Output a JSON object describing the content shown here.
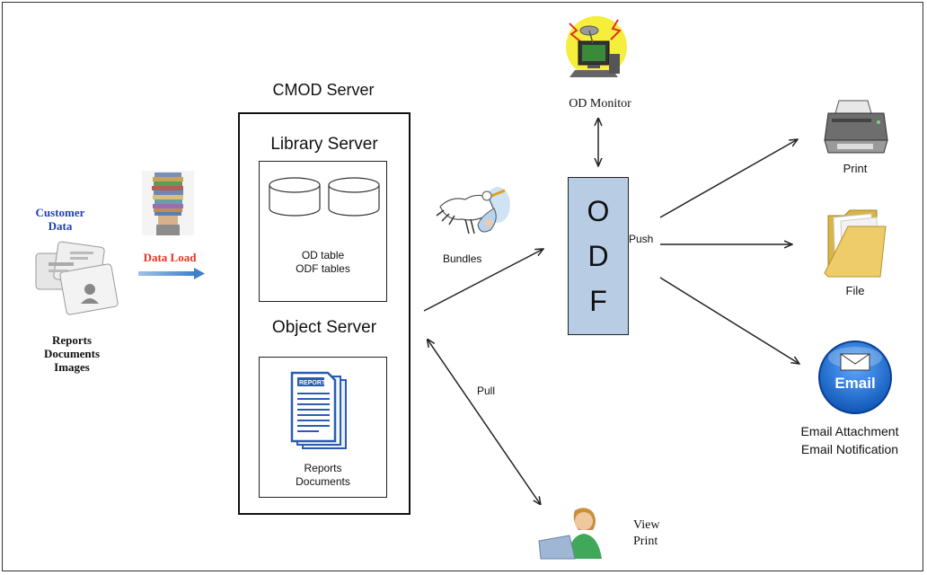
{
  "left": {
    "customer_line1": "Customer",
    "customer_line2": "Data",
    "data_load": "Data Load",
    "reports": "Reports",
    "documents": "Documents",
    "images": "Images"
  },
  "server": {
    "title": "CMOD Server",
    "library_title": "Library Server",
    "od_table": "OD table",
    "odf_tables": "ODF tables",
    "object_title": "Object Server",
    "report_label": "REPORT",
    "reports": "Reports",
    "documents": "Documents"
  },
  "middle": {
    "bundles": "Bundles",
    "pull": "Pull"
  },
  "odf": {
    "letters": [
      "O",
      "D",
      "F"
    ],
    "monitor_label": "OD Monitor",
    "push": "Push"
  },
  "outputs": {
    "print": "Print",
    "file": "File",
    "email_badge": "Email",
    "email_attachment": "Email Attachment",
    "email_notification": "Email Notification"
  },
  "viewer": {
    "view": "View",
    "print": "Print"
  },
  "colors": {
    "customer_text": "#1f3fbf",
    "data_load_text": "#e8321e",
    "data_load_arrow": "#4f8fd0",
    "odf_fill": "#b8cce4",
    "email_blue": "#1a6fd0",
    "report_blue": "#2a5db0"
  }
}
